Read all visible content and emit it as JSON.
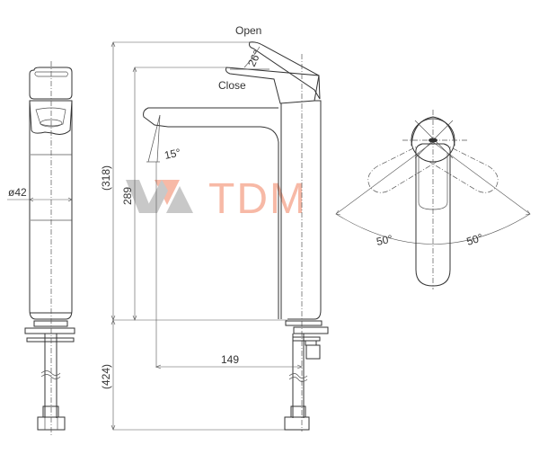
{
  "drawing": {
    "labels": {
      "open": "Open",
      "close": "Close",
      "lever_angle": "26°",
      "spout_angle": "15°",
      "diameter": "ø42",
      "overall_height": "(318)",
      "spout_height": "289",
      "hose_length": "(424)",
      "spout_reach": "149",
      "rotation_left": "50°",
      "rotation_right": "50°"
    },
    "watermark": {
      "text": "TDM",
      "color_grey": "#c8c8c8",
      "color_salmon": "#f7b9a6"
    },
    "views": [
      "side-view-front",
      "side-view-profile",
      "top-view"
    ]
  }
}
